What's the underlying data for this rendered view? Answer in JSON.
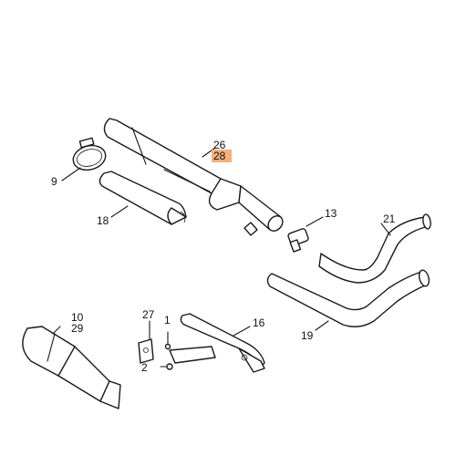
{
  "labels": {
    "l26": "26",
    "l28": "28",
    "l9": "9",
    "l18": "18",
    "l13": "13",
    "l21": "21",
    "l19": "19",
    "l10": "10",
    "l29": "29",
    "l27": "27",
    "l1": "1",
    "l16": "16",
    "l2": "2"
  },
  "colors": {
    "highlight": "#f5b07a",
    "line": "#1a1a1a"
  }
}
